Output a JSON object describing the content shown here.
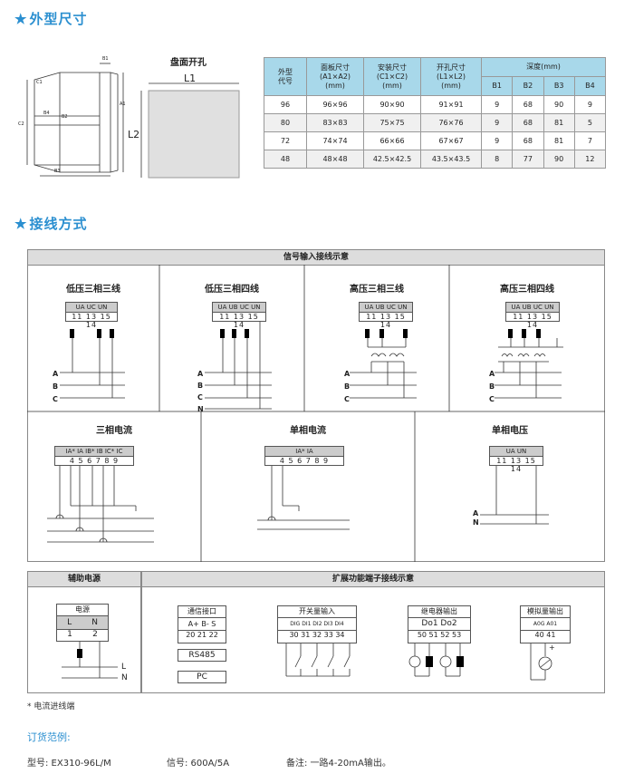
{
  "sections": {
    "dimensions": {
      "star": "★",
      "title": "外型尺寸"
    },
    "wiring": {
      "star": "★",
      "title": "接线方式"
    }
  },
  "drawing": {
    "panel_cutout_label": "盘面开孔",
    "l1": "L1",
    "l2": "L2",
    "b1": "B1",
    "b2": "B2",
    "b3": "B3",
    "b4": "B4",
    "a1": "A1",
    "c1": "C1",
    "c2": "C2"
  },
  "table": {
    "headers": {
      "model": "外型\n代号",
      "panel": "面板尺寸\n(A1×A2)\n(mm)",
      "install": "安装尺寸\n(C1×C2)\n(mm)",
      "hole": "开孔尺寸\n(L1×L2)\n(mm)",
      "depth": "深度(mm)",
      "b1": "B1",
      "b2": "B2",
      "b3": "B3",
      "b4": "B4"
    },
    "rows": [
      [
        "96",
        "96×96",
        "90×90",
        "91×91",
        "9",
        "68",
        "90",
        "9"
      ],
      [
        "80",
        "83×83",
        "75×75",
        "76×76",
        "9",
        "68",
        "81",
        "5"
      ],
      [
        "72",
        "74×74",
        "66×66",
        "67×67",
        "9",
        "68",
        "81",
        "7"
      ],
      [
        "48",
        "48×48",
        "42.5×42.5",
        "43.5×43.5",
        "8",
        "77",
        "90",
        "12"
      ]
    ]
  },
  "signal_panel": {
    "header": "信号输入接线示意",
    "cells": [
      {
        "title": "低压三相三线",
        "labels": "UA UC UN",
        "terms": "11 13 15 14"
      },
      {
        "title": "低压三相四线",
        "labels": "UA UB UC UN",
        "terms": "11 13 15 14"
      },
      {
        "title": "高压三相三线",
        "labels": "UA UB UC UN",
        "terms": "11 13 15 14"
      },
      {
        "title": "高压三相四线",
        "labels": "UA UB UC UN",
        "terms": "11 13 15 14"
      }
    ],
    "cells2": [
      {
        "title": "三相电流",
        "labels": "IA* IA IB* IB IC* IC",
        "terms": "4 5 6 7 8 9"
      },
      {
        "title": "单相电流",
        "labels": "IA* IA",
        "terms": "4 5 6 7 8 9"
      },
      {
        "title": "单相电压",
        "labels": "UA UN",
        "terms": "11 13 15 14"
      }
    ],
    "phases": [
      "A",
      "B",
      "C",
      "N"
    ]
  },
  "aux_panel": {
    "header": "辅助电源",
    "box_title": "电源",
    "labels": [
      "L",
      "N"
    ],
    "terms": [
      "1",
      "2"
    ],
    "line_l": "L",
    "line_n": "N"
  },
  "ext_panel": {
    "header": "扩展功能端子接线示意",
    "comm": {
      "title": "通信接口",
      "labels": "A+ B- S",
      "terms": "20 21 22",
      "rs485": "RS485",
      "pc": "PC"
    },
    "switch": {
      "title": "开关量输入",
      "labels": "DIG DI1 DI2 DI3 DI4",
      "terms": "30 31 32 33 34"
    },
    "relay": {
      "title": "继电器输出",
      "labels": "Do1 Do2",
      "terms": "50 51 52 53"
    },
    "analog": {
      "title": "模拟量输出",
      "labels": "A0G A01",
      "terms": "40 41",
      "plus": "+"
    }
  },
  "footnote": "* 电流进线端",
  "order": {
    "title": "订货范例:",
    "model": "型号: EX310-96L/M",
    "signal": "信号: 600A/5A",
    "remark": "备注: 一路4-20mA输出。"
  }
}
